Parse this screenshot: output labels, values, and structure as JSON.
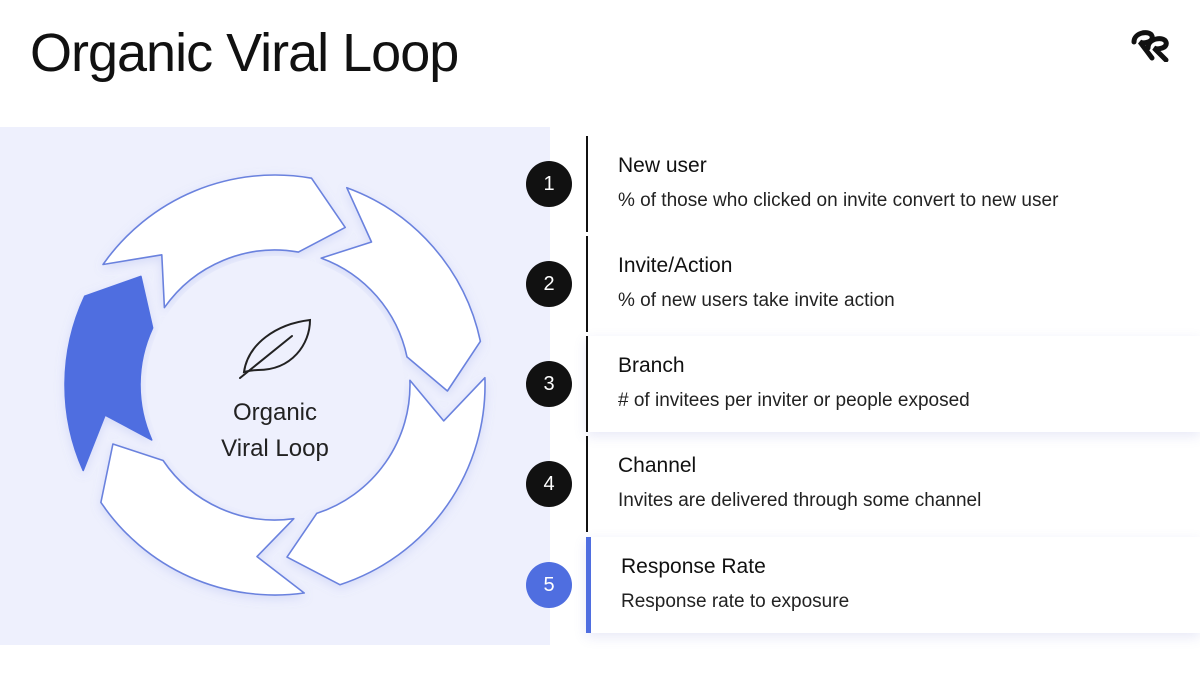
{
  "header": {
    "title": "Organic Viral Loop"
  },
  "logo": {
    "icon": "brand-logo-icon"
  },
  "loop": {
    "center_line1": "Organic",
    "center_line2": "Viral Loop",
    "center_icon": "leaf-icon",
    "accent_color": "#4f6ee0",
    "highlighted_segment": 5
  },
  "steps": [
    {
      "number": "1",
      "title": "New user",
      "description": "% of those who clicked on invite convert to new user"
    },
    {
      "number": "2",
      "title": "Invite/Action",
      "description": "% of new users take invite action"
    },
    {
      "number": "3",
      "title": "Branch",
      "description": "# of invitees per inviter or people exposed"
    },
    {
      "number": "4",
      "title": "Channel",
      "description": "Invites are delivered through some channel"
    },
    {
      "number": "5",
      "title": "Response Rate",
      "description": "Response rate to exposure"
    }
  ]
}
